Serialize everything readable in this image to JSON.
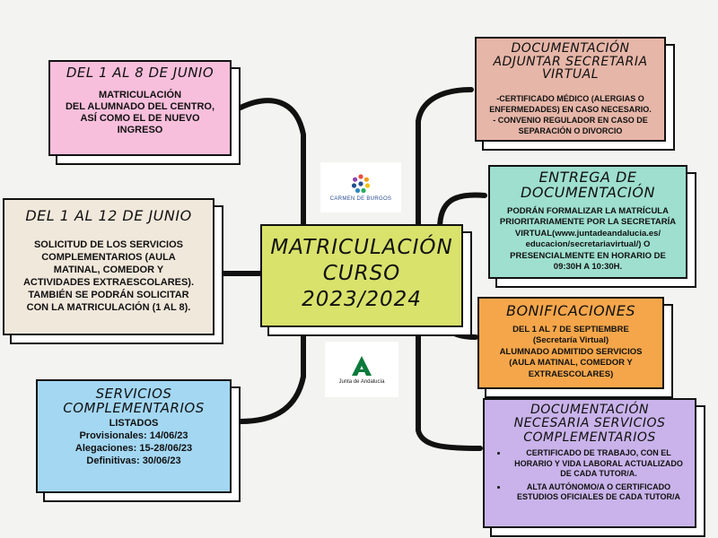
{
  "center": {
    "title_lines": [
      "MATRICULACIÓN",
      "CURSO",
      "2023/2024"
    ]
  },
  "cards": {
    "matriculacion": {
      "title": "DEL 1 AL 8 DE JUNIO",
      "body": [
        "MATRICULACIÓN",
        "DEL ALUMNADO DEL CENTRO,",
        "ASÍ COMO EL DE NUEVO",
        "INGRESO"
      ]
    },
    "servicios_solicitud": {
      "title": "DEL 1 AL 12 DE JUNIO",
      "body": [
        "SOLICITUD DE LOS SERVICIOS",
        "COMPLEMENTARIOS (AULA",
        "MATINAL, COMEDOR Y",
        "ACTIVIDADES EXTRAESCOLARES).",
        "TAMBIÉN SE PODRÁN SOLICITAR",
        "CON LA MATRICULACIÓN (1 AL 8)."
      ]
    },
    "listados": {
      "title_lines": [
        "SERVICIOS",
        "COMPLEMENTARIOS"
      ],
      "body": [
        "LISTADOS",
        "Provisionales: 14/06/23",
        "Alegaciones: 15-28/06/23",
        "Definitivas: 30/06/23"
      ]
    },
    "documentacion_virtual": {
      "title_lines": [
        "DOCUMENTACIÓN",
        "ADJUNTAR SECRETARIA",
        "VIRTUAL"
      ],
      "body": [
        "-CERTIFICADO MÉDICO (ALERGIAS O",
        "ENFERMEDADES) EN CASO NECESARIO.",
        "- CONVENIO REGULADOR EN CASO DE",
        "SEPARACIÓN O DIVORCIO"
      ]
    },
    "entrega": {
      "title_lines": [
        "ENTREGA DE",
        "DOCUMENTACIÓN"
      ],
      "body": [
        "PODRÁN FORMALIZAR LA MATRÍCULA",
        "PRIORITARIAMENTE POR LA SECRETARÍA",
        "VIRTUAL(www.juntadeandalucia.es/",
        "educacion/secretariavirtual/) O",
        "PRESENCIALMENTE EN HORARIO DE",
        "09:30H A 10:30H."
      ]
    },
    "bonificaciones": {
      "title": "BONIFICACIONES",
      "body": [
        "DEL 1 AL 7 DE SEPTIEMBRE",
        "(Secretaría Virtual)",
        "ALUMNADO ADMITIDO SERVICIOS",
        "(AULA MATINAL, COMEDOR Y",
        "EXTRAESCOLARES)"
      ]
    },
    "documentacion_servicios": {
      "title_lines": [
        "DOCUMENTACIÓN",
        "NECESARIA SERVICIOS",
        "COMPLEMENTARIOS"
      ],
      "items": [
        "CERTIFICADO DE TRABAJO, CON EL HORARIO Y VIDA LABORAL ACTUALIZADO DE CADA TUTOR/A.",
        "ALTA AUTÓNOMO/A O CERTIFICADO ESTUDIOS OFICIALES DE CADA TUTOR/A"
      ]
    }
  },
  "logos": {
    "school": {
      "name": "CARMEN DE BURGOS",
      "icon": "flower-dots-icon"
    },
    "junta": {
      "name": "Junta de Andalucía",
      "icon": "junta-a-icon"
    }
  },
  "colors": {
    "pink": "#f8bfdc",
    "beige": "#f1e8dc",
    "blue": "#a3d7f2",
    "center": "#d9e26b",
    "salmon": "#e6b6a8",
    "mint": "#9edfcf",
    "orange": "#f5a64a",
    "lilac": "#c9b3ea",
    "junta_green": "#0b7a3b"
  }
}
